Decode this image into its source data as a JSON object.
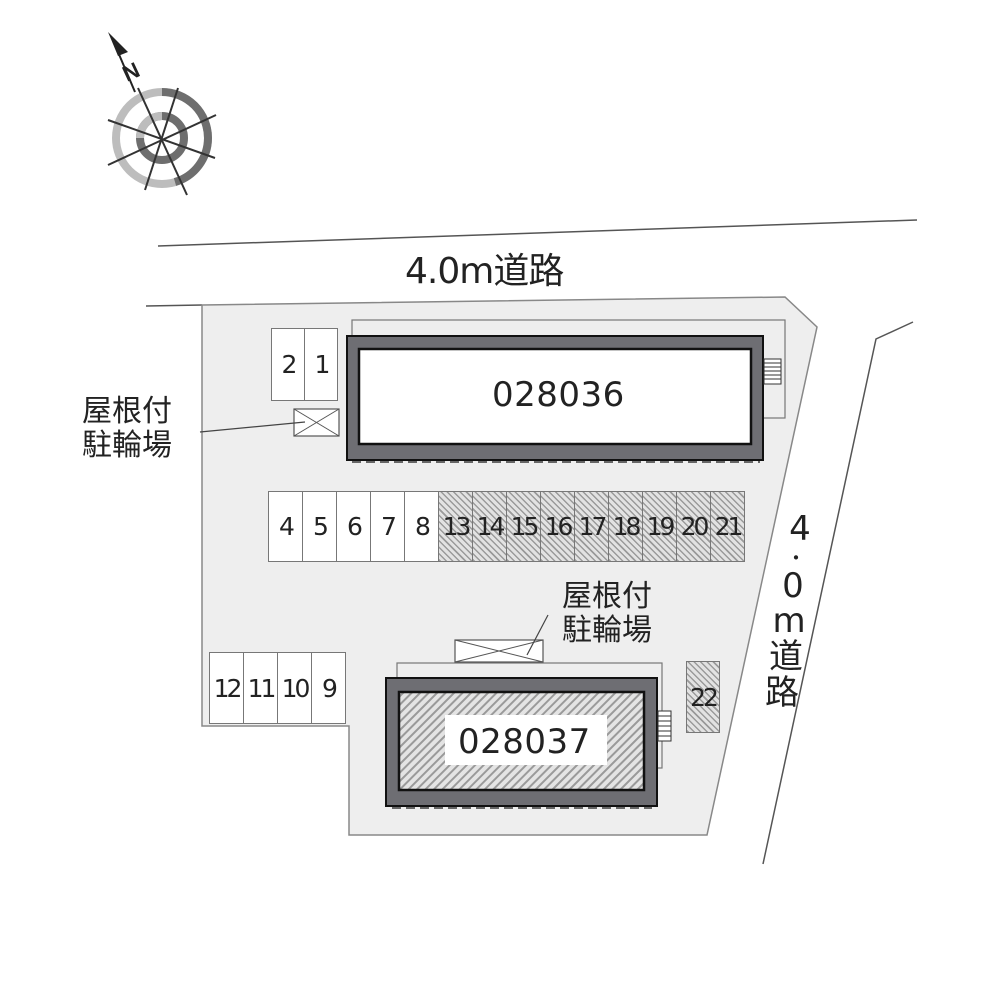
{
  "compass": {
    "direction_label": "N",
    "icon": "north-arrow-compass-icon"
  },
  "roads": {
    "top": {
      "label": "4.0m道路"
    },
    "right": {
      "label_chars": [
        "4",
        "・",
        "0",
        "m",
        "道",
        "路"
      ],
      "label": "4.0m道路"
    }
  },
  "buildings": [
    {
      "id": "028036",
      "label": "028036",
      "hatched": false
    },
    {
      "id": "028037",
      "label": "028037",
      "hatched": true
    }
  ],
  "bicycle_parking": [
    {
      "label_line1": "屋根付",
      "label_line2": "駐輪場"
    },
    {
      "label_line1": "屋根付",
      "label_line2": "駐輪場"
    }
  ],
  "parking": {
    "row_top_left": [
      {
        "num": "2",
        "hatched": false
      },
      {
        "num": "1",
        "hatched": false
      }
    ],
    "row_middle": [
      {
        "num": "4",
        "hatched": false
      },
      {
        "num": "5",
        "hatched": false
      },
      {
        "num": "6",
        "hatched": false
      },
      {
        "num": "7",
        "hatched": false
      },
      {
        "num": "8",
        "hatched": false
      },
      {
        "num": "13",
        "hatched": true
      },
      {
        "num": "14",
        "hatched": true
      },
      {
        "num": "15",
        "hatched": true
      },
      {
        "num": "16",
        "hatched": true
      },
      {
        "num": "17",
        "hatched": true
      },
      {
        "num": "18",
        "hatched": true
      },
      {
        "num": "19",
        "hatched": true
      },
      {
        "num": "20",
        "hatched": true
      },
      {
        "num": "21",
        "hatched": true
      }
    ],
    "row_bottom_left": [
      {
        "num": "12",
        "hatched": false
      },
      {
        "num": "11",
        "hatched": false
      },
      {
        "num": "10",
        "hatched": false
      },
      {
        "num": "9",
        "hatched": false
      }
    ],
    "single": [
      {
        "num": "22",
        "hatched": true
      }
    ]
  },
  "colors": {
    "site_fill": "#eeeeee",
    "site_outline": "#888888",
    "building_wall": "#6e6e73",
    "road_line": "#555555",
    "hatch_dark": "#9a9a9a",
    "hatch_light": "#e2e2e2"
  }
}
